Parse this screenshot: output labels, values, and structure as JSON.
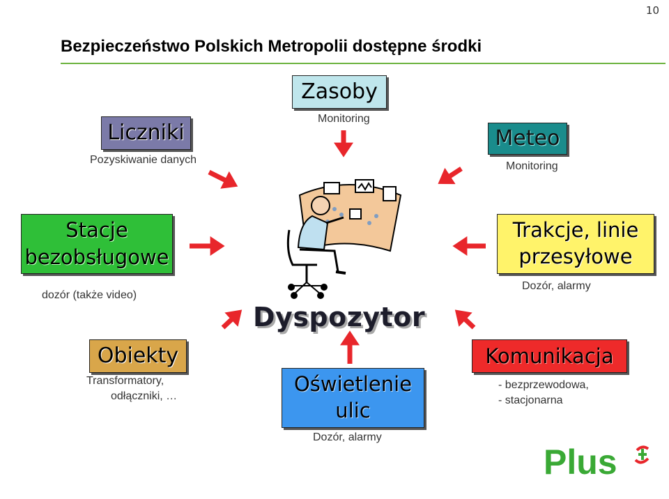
{
  "page_number": "10",
  "title": "Bezpieczeństwo Polskich Metropolii dostępne środki",
  "center": {
    "label": "Dyspozytor"
  },
  "nodes": {
    "liczniki": {
      "label": "Liczniki",
      "sub": "Pozyskiwanie danych"
    },
    "zasoby": {
      "label": "Zasoby",
      "sub": "Monitoring"
    },
    "meteo": {
      "label": "Meteo",
      "sub": "Monitoring"
    },
    "stacje": {
      "line1": "Stacje",
      "line2": "bezobsługowe",
      "sub": "dozór (także video)"
    },
    "obiekty": {
      "label": "Obiekty",
      "sub1": "Transformatory,",
      "sub2": "odłączniki, …"
    },
    "trakcje": {
      "line1": "Trakcje, linie",
      "line2": "przesyłowe",
      "sub": "Dozór, alarmy"
    },
    "komunikacja": {
      "label": "Komunikacja",
      "sub1": "- bezprzewodowa,",
      "sub2": "- stacjonarna"
    },
    "oswietlenie": {
      "line1": "Oświetlenie",
      "line2": "ulic",
      "sub": "Dozór, alarmy"
    }
  },
  "logo": {
    "text": "Plus"
  },
  "colors": {
    "arrow": "#e8262b",
    "rule": "#6cb33f",
    "liczniki": "#7b7aa8",
    "zasoby": "#bfe6ec",
    "meteo": "#1a8c8c",
    "stacje": "#2fbf38",
    "obiekty": "#d9a64a",
    "trakcje": "#fff36a",
    "komunikacja": "#ee2a2a",
    "oswietlenie": "#3c96ef",
    "logo": "#3aa935"
  }
}
